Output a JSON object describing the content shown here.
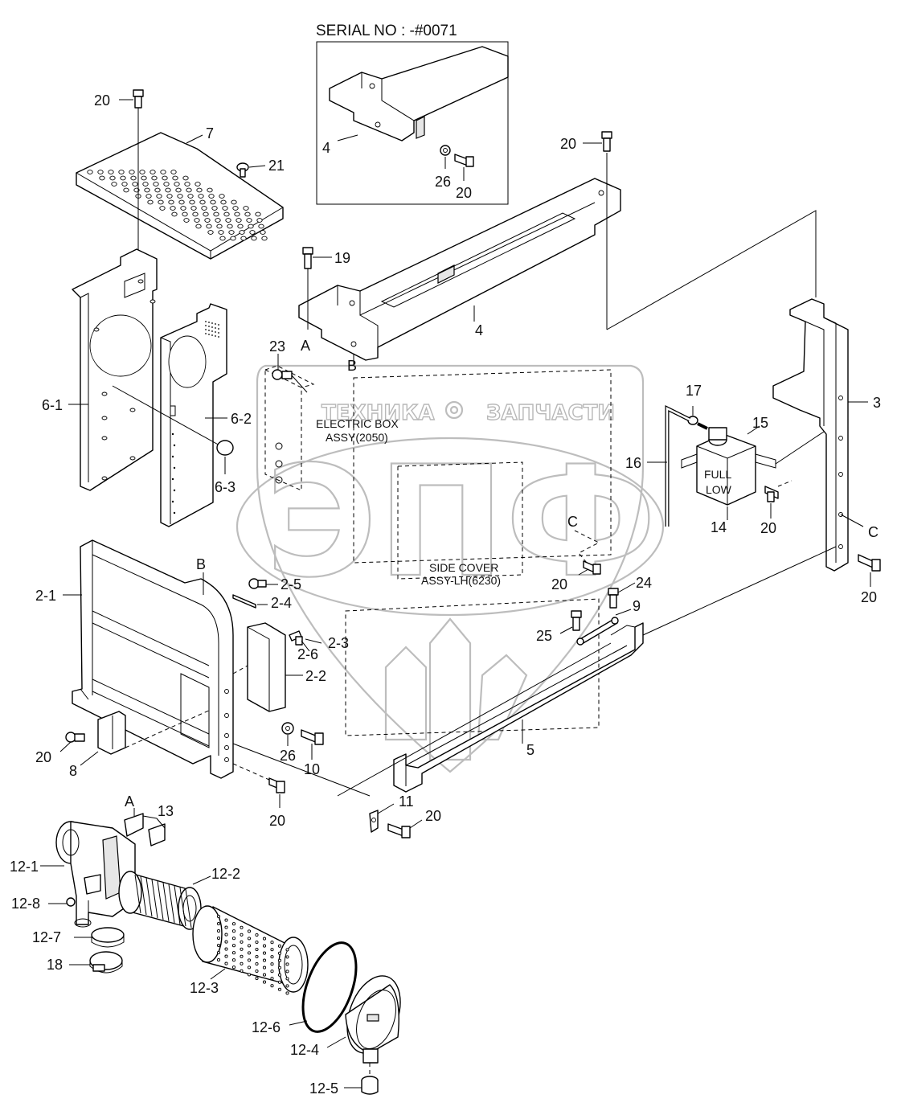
{
  "diagram": {
    "serial_note": "SERIAL NO : -#0071",
    "watermark": {
      "top_left": "ТЕХНИКА",
      "top_right": "ЗАПЧАСТИ",
      "big": "ЭПФ"
    },
    "notes": {
      "electric_box_line1": "ELECTRIC BOX",
      "electric_box_line2": "ASSY(2050)",
      "side_cover_line1": "SIDE COVER",
      "side_cover_line2": "ASSY-LH(6230)"
    },
    "callouts": {
      "inset_4": "4",
      "inset_26": "26",
      "inset_20": "20",
      "c20_top_left": "20",
      "c7": "7",
      "c21": "21",
      "c20_top_right": "20",
      "c19": "19",
      "cA_upper": "A",
      "c4_main": "4",
      "c23": "23",
      "cB_upper": "B",
      "c3": "3",
      "c17": "17",
      "c15": "15",
      "c16": "16",
      "c6_1": "6-1",
      "c6_2": "6-2",
      "c6_3": "6-3",
      "c14": "14",
      "c20_tank": "20",
      "cC_left": "C",
      "cC_right": "C",
      "cB_lower": "B",
      "c2_5": "2-5",
      "c2_1": "2-1",
      "c2_4": "2-4",
      "c20_mid": "20",
      "c20_right": "20",
      "c24": "24",
      "c9": "9",
      "c25": "25",
      "c2_6": "2-6",
      "c2_3": "2-3",
      "c2_2": "2-2",
      "c5": "5",
      "c20_frame": "20",
      "c8": "8",
      "c26_lower": "26",
      "c10": "10",
      "c20_bottom": "20",
      "cA_lower": "A",
      "c13": "13",
      "c11": "11",
      "c20_bracket": "20",
      "c12_1": "12-1",
      "c12_2": "12-2",
      "c12_8": "12-8",
      "c12_7": "12-7",
      "c18": "18",
      "c12_3": "12-3",
      "c12_6": "12-6",
      "c12_4": "12-4",
      "c12_5": "12-5"
    },
    "tank_labels": {
      "full": "FULL",
      "low": "LOW"
    }
  }
}
